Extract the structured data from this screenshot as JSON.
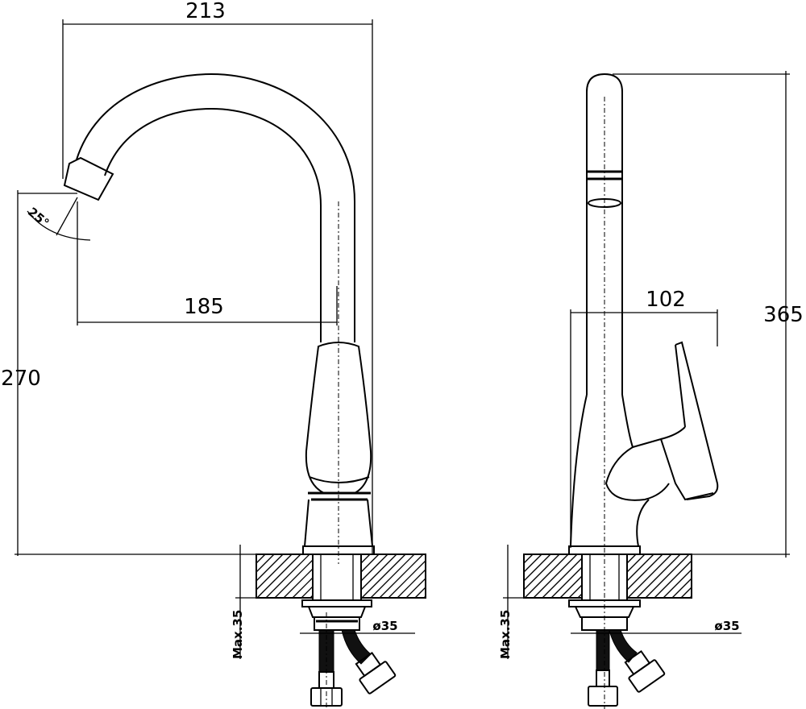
{
  "front_view": {
    "overall_width": "213",
    "spout_reach": "185",
    "spout_height": "270",
    "spout_angle": "25°",
    "max_counter_thickness": "Max.35",
    "hole_diameter": "ø35"
  },
  "side_view": {
    "handle_depth": "102",
    "overall_height": "365",
    "max_counter_thickness": "Max.35",
    "hole_diameter": "ø35"
  },
  "colors": {
    "line": "#000000",
    "background": "#ffffff"
  }
}
